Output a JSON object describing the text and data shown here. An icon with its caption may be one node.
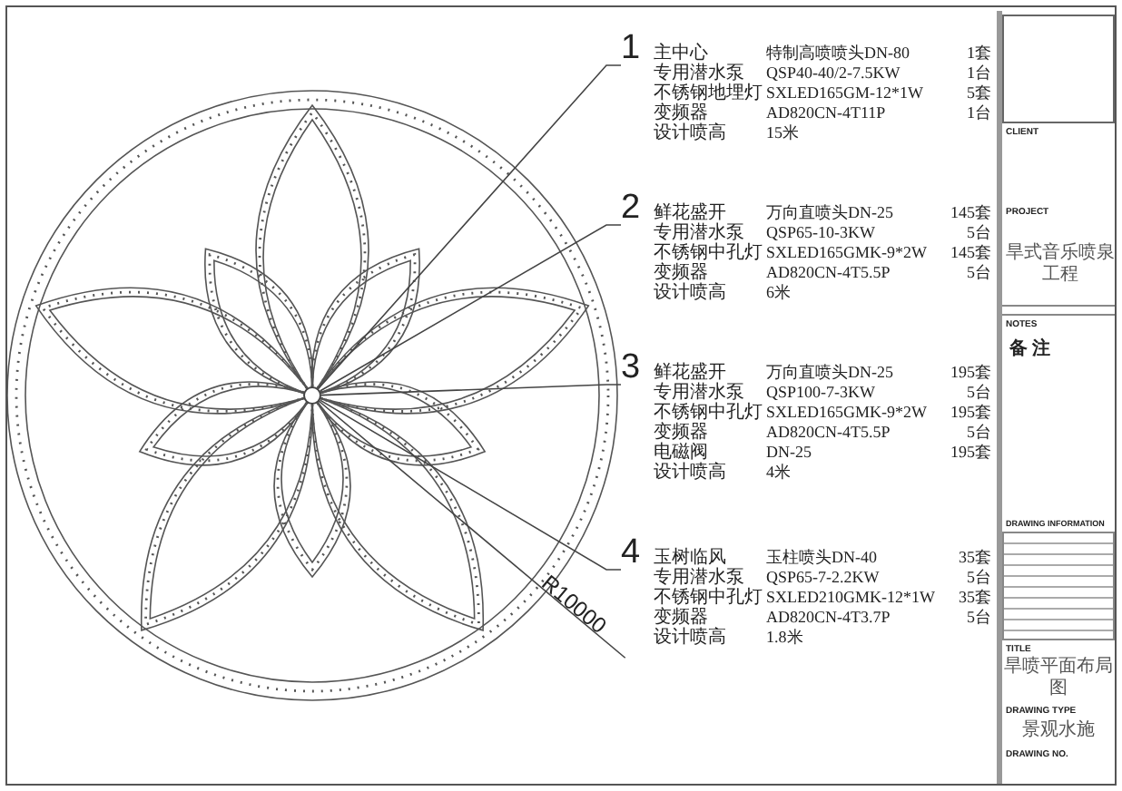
{
  "diagram": {
    "nodes": [
      {
        "text": [],
        "shape": "circle"
      },
      {
        "text": [
          "1"
        ]
      },
      {
        "text": [
          "2"
        ]
      },
      {
        "text": [
          "3"
        ]
      },
      {
        "text": [
          "4"
        ]
      }
    ],
    "edges": [
      {
        "from": 1,
        "to": 0,
        "arrow": "none"
      },
      {
        "from": 2,
        "to": 0,
        "arrow": "none"
      },
      {
        "from": 3,
        "to": 0,
        "arrow": "none"
      },
      {
        "from": 4,
        "to": 0,
        "arrow": "none"
      }
    ],
    "labels": [
      "主中心",
      "特制高喷喷头DN-80",
      "1套",
      "专用潜水泵",
      "QSP40-40/2-7.5KW",
      "1台",
      "不锈钢地埋灯",
      "SXLED165GM-12*1W",
      "5套",
      "变频器",
      "AD820CN-4T11P",
      "1台",
      "设计喷高",
      "15米",
      "鲜花盛开",
      "万向直喷头DN-25",
      "145套",
      "专用潜水泵",
      "QSP65-10-3KW",
      "5台",
      "不锈钢中孔灯",
      "SXLED165GMK-9*2W",
      "145套",
      "变频器",
      "AD820CN-4T5.5P",
      "5台",
      "设计喷高",
      "6米",
      "鲜花盛开",
      "万向直喷头DN-25",
      "195套",
      "专用潜水泵",
      "QSP100-7-3KW",
      "5台",
      "不锈钢中孔灯",
      "SXLED165GMK-9*2W",
      "195套",
      "变频器",
      "AD820CN-4T5.5P",
      "5台",
      "电磁阀",
      "DN-25",
      "195套",
      "设计喷高",
      "4米",
      "玉树临风",
      "玉柱喷头DN-40",
      "35套",
      "专用潜水泵",
      "QSP65-7-2.2KW",
      "5台",
      "不锈钢中孔灯",
      "SXLED210GMK-12*1W",
      "35套",
      "变频器",
      "AD820CN-4T3.7P",
      "5台",
      "设计喷高",
      "1.8米",
      "R10000",
      "CLIENT",
      "PROJECT",
      "旱式音乐喷泉工程",
      "NOTES",
      "备 注",
      "DRAWING INFORMATION",
      "TITLE",
      "旱喷平面布局图",
      "DRAWING TYPE",
      "景观水施",
      "DRAWING NO."
    ]
  }
}
